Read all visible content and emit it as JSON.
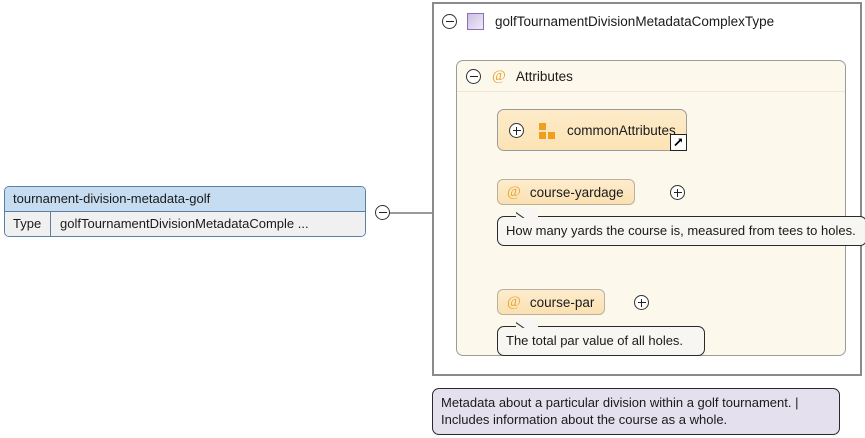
{
  "element": {
    "name": "tournament-division-metadata-golf",
    "type_label": "Type",
    "type_value": "golfTournamentDivisionMetadataComple ...",
    "toggle_icon": "minus-circle-icon"
  },
  "complex_type": {
    "title": "golfTournamentDivisionMetadataComplexType",
    "icon": "complex-type-square-icon",
    "toggle_icon": "minus-circle-icon"
  },
  "attributes_section": {
    "label": "Attributes",
    "glyph": "@",
    "toggle_icon": "minus-circle-icon",
    "group": {
      "label": "commonAttributes",
      "icon": "attribute-group-icon",
      "toggle_icon": "plus-circle-icon",
      "link_badge": "external-link-arrow-icon"
    },
    "attributes": [
      {
        "name": "course-yardage",
        "glyph": "@",
        "toggle_icon": "plus-circle-icon",
        "annotation": "How many yards the course is, measured from tees to holes."
      },
      {
        "name": "course-par",
        "glyph": "@",
        "toggle_icon": "plus-circle-icon",
        "annotation": "The total par value of all holes."
      }
    ]
  },
  "documentation": "Metadata about a particular division within a golf tournament. | Includes information about the course as a whole.",
  "colors": {
    "element_header": "#c6dcf0",
    "element_border": "#5b7fa6",
    "attributes_bg": "#fdf8ec",
    "attribute_fill": "#fbe1b2",
    "accent_orange": "#ef9f1c",
    "complex_type_purple": "#8b70b8",
    "doc_callout_bg": "#e4e0ee"
  }
}
